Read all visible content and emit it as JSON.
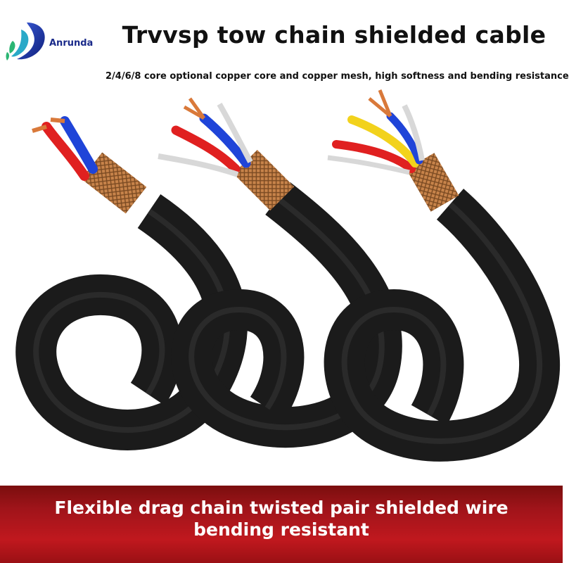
{
  "brand": {
    "name": "Anrunda"
  },
  "header": {
    "title": "Trvvsp tow chain shielded cable",
    "subtitle": "2/4/6/8 core optional copper core and copper mesh, high softness and bending resistance"
  },
  "banner": {
    "text": "Flexible drag chain twisted pair shielded wire bending resistant"
  },
  "colors": {
    "brand": "#1a2a8a",
    "banner": "#c0181e",
    "jacket": "#1b1b1b",
    "braid": "#c7834a"
  },
  "icons": {
    "logo": "anrunda-logo-icon"
  }
}
